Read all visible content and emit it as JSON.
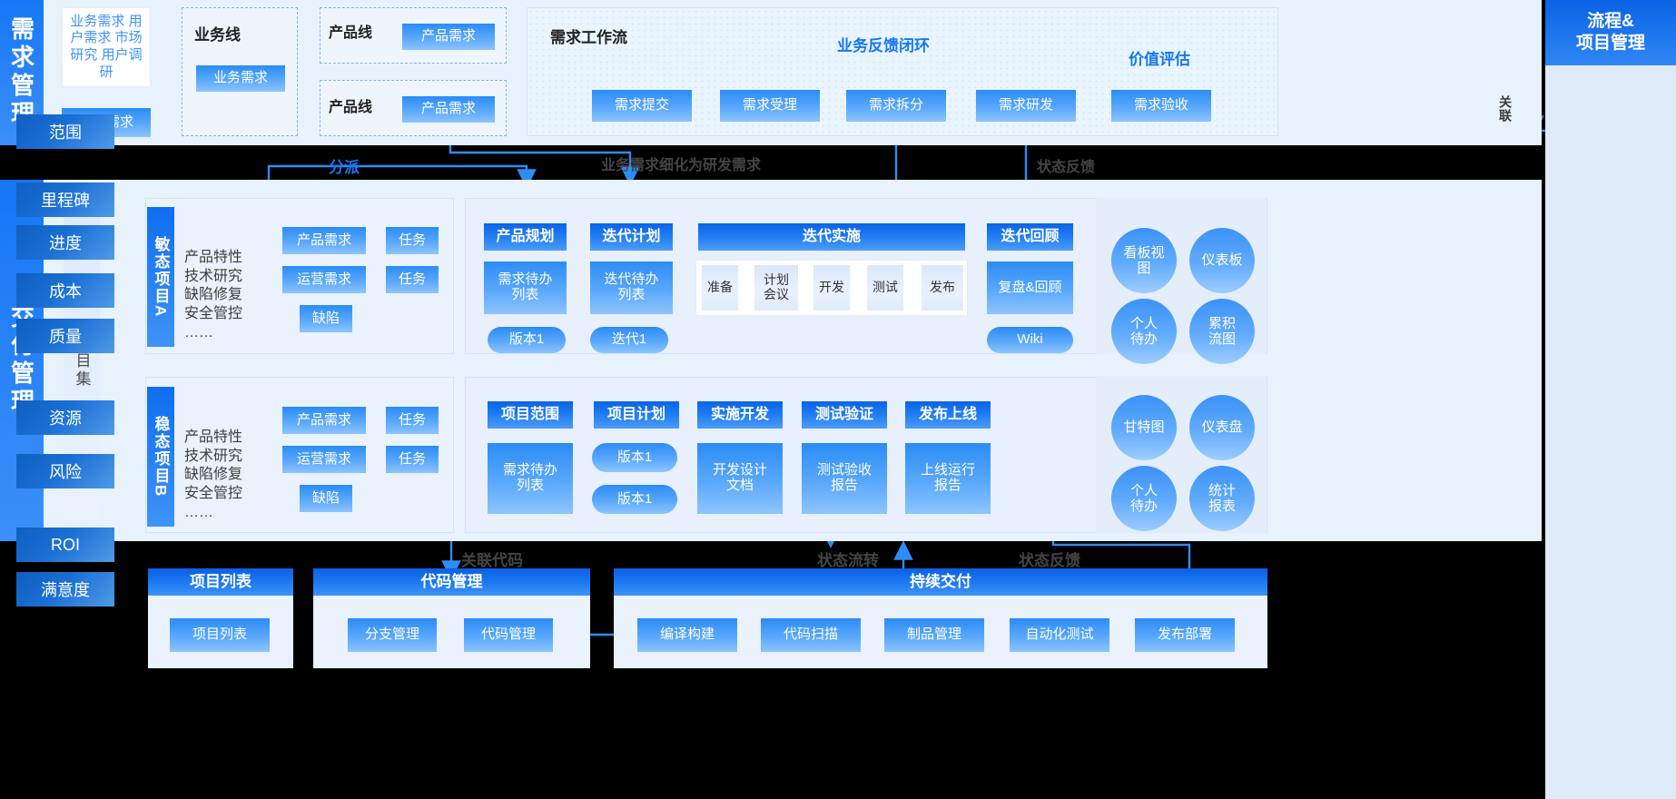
{
  "sections": {
    "requirement_rail": "需求管理",
    "delivery_rail": "交付管理",
    "portfolio_rail": "项目集",
    "link_vertical": "关联"
  },
  "requirement": {
    "sources_box": "业务需求 用户需求 市场研究 用户调研",
    "raw_demand": "原始需求",
    "business_line_title": "业务线",
    "business_demand": "业务需求",
    "product_line_title_1": "产品线",
    "product_demand_1": "产品需求",
    "product_line_title_2": "产品线",
    "product_demand_2": "产品需求",
    "workflow_title": "需求工作流",
    "feedback_loop": "业务反馈闭环",
    "value_assessment": "价值评估",
    "workflow_steps": [
      "需求提交",
      "需求受理",
      "需求拆分",
      "需求研发",
      "需求验收"
    ]
  },
  "connector_labels": {
    "assign": "分派",
    "refine": "业务需求细化为研发需求",
    "status_feedback_top": "状态反馈",
    "link_code": "关联代码",
    "status_flow": "状态流转",
    "status_feedback_bottom": "状态反馈"
  },
  "agile": {
    "rail": "敏态项目A",
    "categories": "产品特性\n技术研究\n缺陷修复\n安全管控\n……",
    "items": [
      {
        "source": "产品需求",
        "task": "任务"
      },
      {
        "source": "运营需求",
        "task": "任务"
      }
    ],
    "defect": "缺陷",
    "stages": [
      "产品规划",
      "迭代计划",
      "迭代实施",
      "迭代回顾"
    ],
    "artifacts": [
      "需求待办列表",
      "迭代待办列表",
      "复盘&回顾"
    ],
    "iteration_steps": [
      "准备",
      "计划会议",
      "开发",
      "测试",
      "发布"
    ],
    "pills": [
      "版本1",
      "迭代1",
      "Wiki"
    ],
    "circles": [
      "看板视图",
      "仪表板",
      "个人待办",
      "累积流图"
    ]
  },
  "stable": {
    "rail": "稳态项目B",
    "categories": "产品特性\n技术研究\n缺陷修复\n安全管控\n……",
    "items": [
      {
        "source": "产品需求",
        "task": "任务"
      },
      {
        "source": "运营需求",
        "task": "任务"
      }
    ],
    "defect": "缺陷",
    "stages": [
      "项目范围",
      "项目计划",
      "实施开发",
      "测试验证",
      "发布上线"
    ],
    "artifacts": [
      "需求待办列表",
      "开发设计文档",
      "测试验收报告",
      "上线运行报告"
    ],
    "versions": [
      "版本1",
      "版本1"
    ],
    "circles": [
      "甘特图",
      "仪表盘",
      "个人待办",
      "统计报表"
    ]
  },
  "bottom": {
    "project_list": {
      "title": "项目列表",
      "item": "项目列表"
    },
    "code_mgmt": {
      "title": "代码管理",
      "items": [
        "分支管理",
        "代码管理"
      ]
    },
    "cicd": {
      "title": "持续交付",
      "steps": [
        "编译构建",
        "代码扫描",
        "制品管理",
        "自动化测试",
        "发布部署"
      ]
    }
  },
  "sidebar": {
    "title": "流程&\n项目管理",
    "groups": [
      [
        "范围"
      ],
      [
        "里程碑",
        "进度",
        "成本",
        "质量"
      ],
      [
        "资源",
        "风险"
      ],
      [
        "ROI",
        "满意度"
      ]
    ]
  },
  "colors": {
    "accent": "#1677f5",
    "deep": "#0b63e6",
    "panel": "#eaf3fd",
    "line": "#2e8cf5"
  }
}
